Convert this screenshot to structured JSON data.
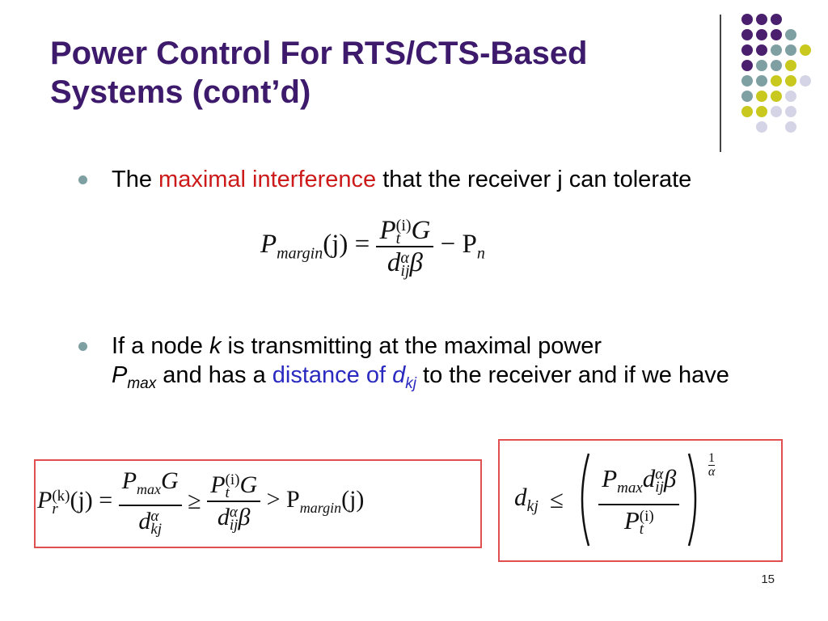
{
  "slide": {
    "title": "Power Control For RTS/CTS-Based Systems (cont’d)",
    "page_number": "15"
  },
  "bullet1": {
    "pre": "The ",
    "highlight": "maximal interference",
    "post": " that the receiver j can tolerate"
  },
  "bullet2": {
    "t1": "If a node ",
    "k": "k",
    "t2": " is transmitting at the maximal power ",
    "p": "P",
    "max": "max",
    "t3": " and has a ",
    "dist": "distance of ",
    "d": "d",
    "kj": "kj",
    "t4": " to the receiver and if we have"
  },
  "formula1": {
    "lhs": "P",
    "lhs_sub": "margin",
    "arg": "(j) =",
    "num": "P",
    "num_sup": "(i)",
    "num_sub": "t",
    "num_g": "G",
    "den": "d",
    "den_sup": "α",
    "den_sub": "ij",
    "den_beta": "β",
    "minus": "− P",
    "minus_sub": "n"
  },
  "formula2": {
    "lhs": "P",
    "lhs_sup": "(k)",
    "lhs_sub": "r",
    "arg": "(j) =",
    "f1_num": "P",
    "f1_num_sub": "max",
    "f1_num_g": "G",
    "f1_den": "d",
    "f1_den_sup": "α",
    "f1_den_sub": "kj",
    "geq": "≥",
    "f2_num": "P",
    "f2_num_sup": "(i)",
    "f2_num_sub": "t",
    "f2_num_g": "G",
    "f2_den": "d",
    "f2_den_sup": "α",
    "f2_den_sub": "ij",
    "f2_den_beta": "β",
    "gt": "> P",
    "gt_sub": "margin",
    "gt_arg": "(j)"
  },
  "formula3": {
    "lhs": "d",
    "lhs_sub": "kj",
    "leq": "≤",
    "num": "P",
    "num_sub": "max",
    "num_d": "d",
    "num_d_sup": "α",
    "num_d_sub": "ij",
    "num_beta": "β",
    "den": "P",
    "den_sup": "(i)",
    "den_sub": "t",
    "exp_num": "1",
    "exp_den": "α"
  },
  "colors": {
    "title": "#3d1a6b",
    "red_highlight": "#cc1a1a",
    "blue_highlight": "#2a2ac0",
    "box_border": "#e05050",
    "dot_purple": "#4a1f6e",
    "dot_teal": "#7fa0a3",
    "dot_yellow": "#c8c81e",
    "dot_lavender": "#d4d4e6"
  }
}
